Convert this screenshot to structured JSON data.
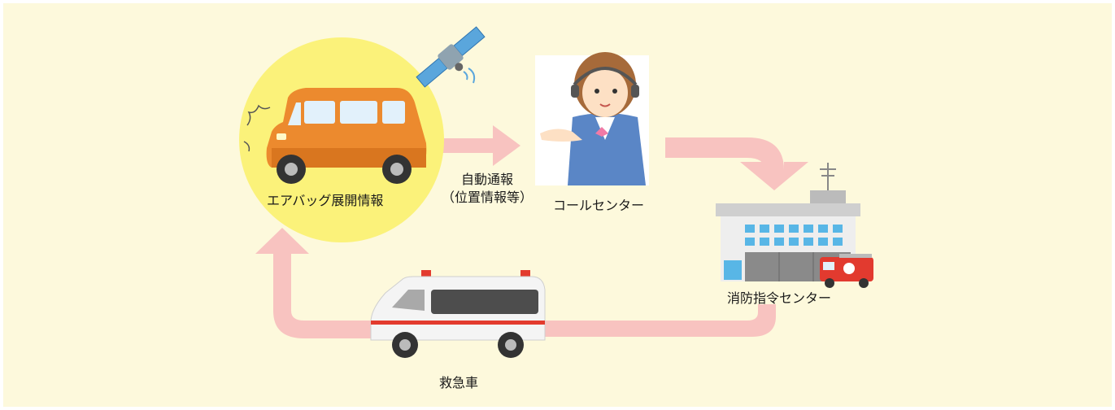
{
  "nodes": {
    "car_label": "エアバッグ展開情報",
    "call_center_label": "コールセンター",
    "fire_center_label": "消防指令センター",
    "ambulance_label": "救急車"
  },
  "edges": {
    "auto_report_line1": "自動通報",
    "auto_report_line2": "（位置情報等）"
  },
  "colors": {
    "background": "#fdf9dc",
    "arrow": "#f8c3c0",
    "highlight_circle": "#fbf27a",
    "car_body": "#ec8a2e",
    "car_window": "#e2f1fb",
    "ambulance_stripe": "#e33b2e",
    "fire_truck": "#e23a2f",
    "satellite_panel": "#5aa6dc",
    "operator_uniform": "#5a86c6"
  },
  "icons": [
    "satellite-icon",
    "car-icon",
    "operator-icon",
    "fire-station-icon",
    "fire-truck-icon",
    "ambulance-icon"
  ]
}
